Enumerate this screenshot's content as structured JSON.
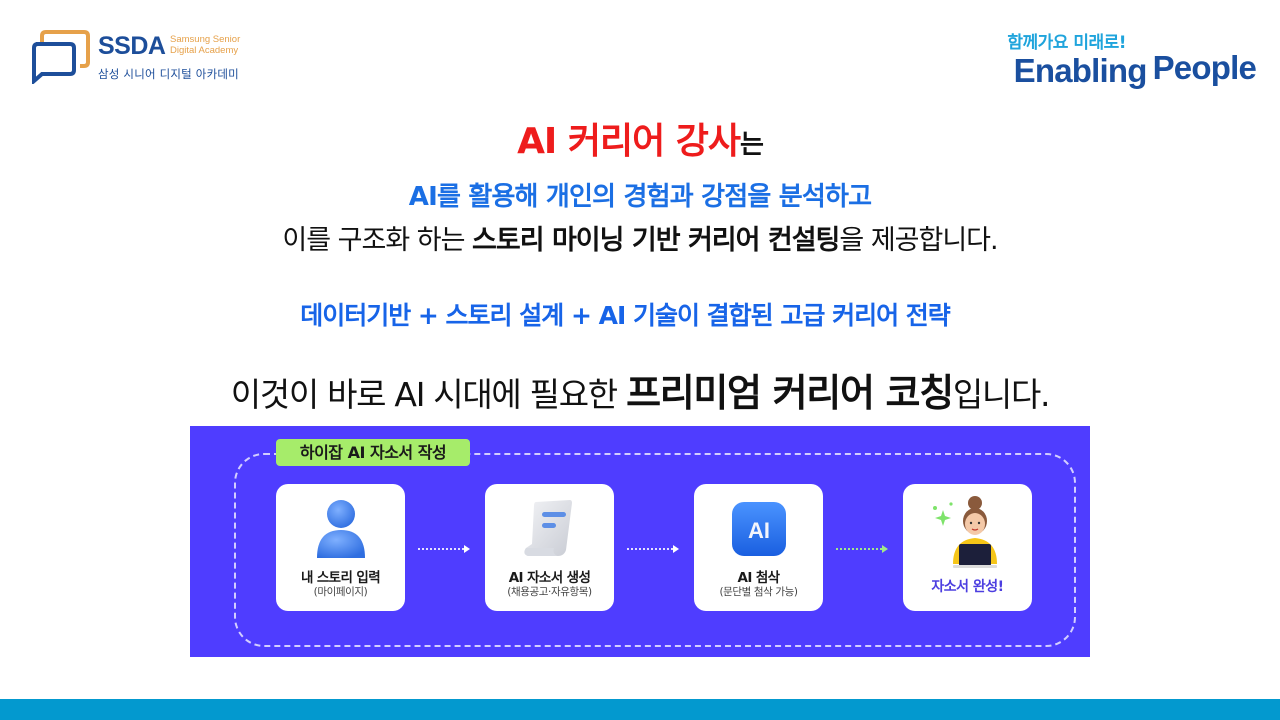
{
  "header": {
    "left_logo": {
      "wordmark": "SSDA",
      "subtitle_line1": "Samsung Senior",
      "subtitle_line2": "Digital Academy",
      "korean_name": "삼성 시니어 디지털 아카데미",
      "colors": {
        "navy": "#1d4e9a",
        "orange": "#e6a14a"
      }
    },
    "right_logo": {
      "slogan_korean": "함께가요 미래로!",
      "slogan_en_part1": "Enabling",
      "slogan_en_part2": "People",
      "colors": {
        "light_blue": "#1fa4dc",
        "navy": "#1a4f9f"
      }
    }
  },
  "headline": {
    "emphasis": "AI 커리어 강사",
    "suffix": "는",
    "emphasis_color": "#ee1c1c"
  },
  "description": {
    "line1": "AI를 활용해 개인의 경험과 강점을 분석하고",
    "line1_color": "#1b6fe4",
    "line2_prefix": "이를 구조화 하는 ",
    "line2_bold": "스토리 마이닝 기반 커리어 컨설팅",
    "line2_suffix": "을 제공합니다."
  },
  "strategy_line": {
    "text": "데이터기반 + 스토리 설계 + AI 기술이 결합된 고급 커리어 전략",
    "color": "#1764e8"
  },
  "closing_line": {
    "prefix": "이것이 바로 AI 시대에 필요한 ",
    "bold": "프리미엄 커리어 코칭",
    "suffix": "입니다."
  },
  "process_banner": {
    "background": "#4f3dff",
    "tag_label": "하이잡 AI 자소서 작성",
    "tag_color": "#a6ec6a",
    "steps": [
      {
        "icon": "person-icon",
        "title": "내 스토리 입력",
        "note": "(마이페이지)"
      },
      {
        "icon": "document-icon",
        "title": "AI 자소서 생성",
        "note": "(채용공고·자유항목)"
      },
      {
        "icon": "ai-badge-icon",
        "icon_text": "AI",
        "title": "AI 첨삭",
        "note": "(문단별 첨삭 가능)"
      },
      {
        "icon": "woman-laptop-icon",
        "title": "자소서 완성!"
      }
    ]
  },
  "footer": {
    "bar_color": "#0399cf"
  }
}
